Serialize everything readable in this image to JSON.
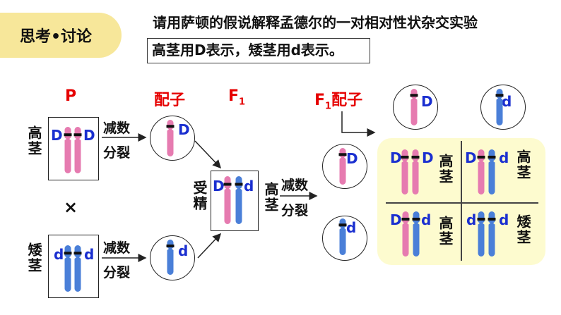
{
  "header": {
    "badge": "思考•讨论",
    "question": "请用萨顿的假说解释孟德尔的一对相对性状杂交实验",
    "note": "高茎用D表示，矮茎用d表示。"
  },
  "columns": {
    "p": "P",
    "gametes": "配子",
    "f1_letter": "F",
    "f1_sub": "1",
    "f1_gametes_label": "配子"
  },
  "labels": {
    "tall": "高茎",
    "short": "矮茎",
    "cross": "×",
    "meiosis_top": "减数",
    "meiosis_bottom": "分裂",
    "fertilization": "受精"
  },
  "genes": {
    "dominant": "D",
    "recessive": "d"
  },
  "f2_cells": [
    {
      "genotype": [
        "D",
        "D"
      ],
      "phenotype": "高茎"
    },
    {
      "genotype": [
        "D",
        "d"
      ],
      "phenotype": "高茎"
    },
    {
      "genotype": [
        "D",
        "d"
      ],
      "phenotype": "高茎"
    },
    {
      "genotype": [
        "d",
        "d"
      ],
      "phenotype": "矮茎"
    }
  ],
  "colors": {
    "pink": "#e67bb0",
    "blue": "#4a7fd8",
    "gene_label": "#1a2fd0",
    "title_red": "#e60000",
    "badge_bg": "#f7e79a",
    "panel_bg": "#fdfbcf"
  }
}
